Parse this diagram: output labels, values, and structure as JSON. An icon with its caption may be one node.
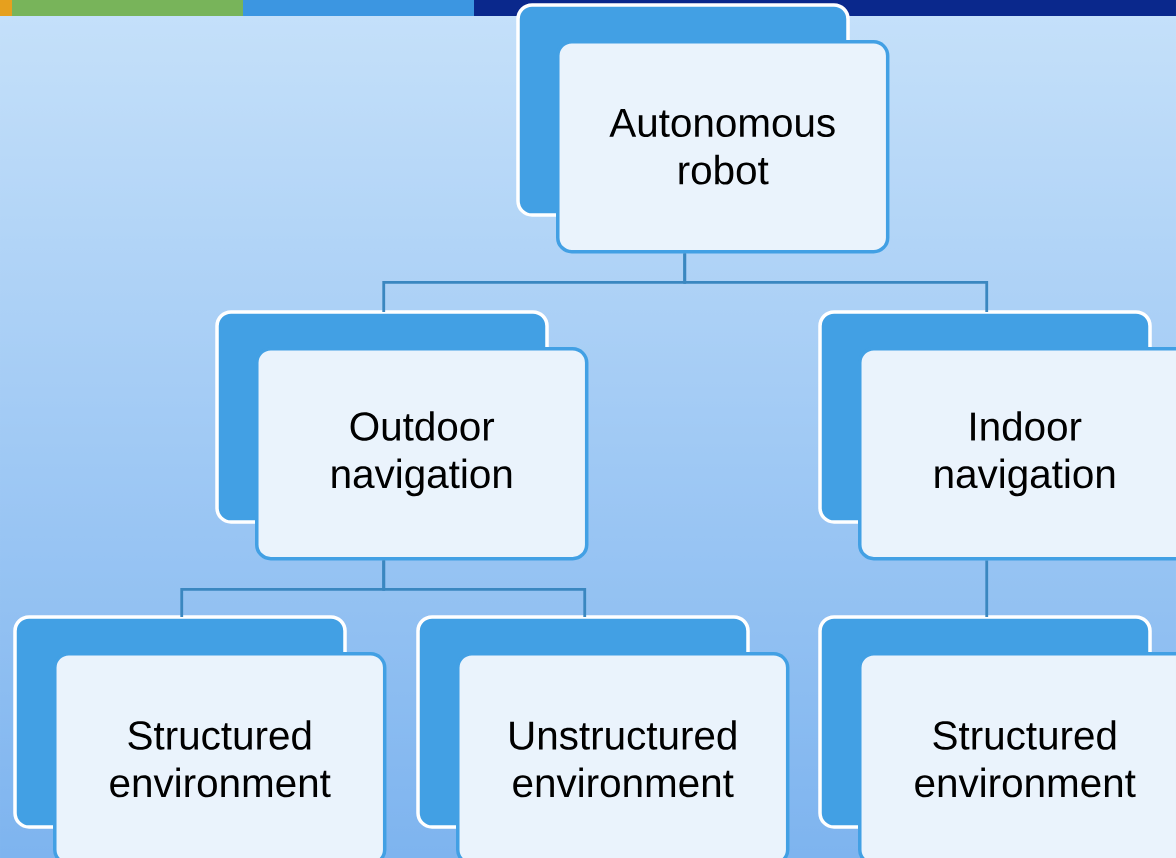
{
  "diagram": {
    "nodes": [
      {
        "text": [
          "Autonomous robot"
        ]
      },
      {
        "text": [
          "Outdoor navigation"
        ]
      },
      {
        "text": [
          "Indoor navigation"
        ]
      },
      {
        "text": [
          "Structured environment"
        ]
      },
      {
        "text": [
          "Unstructured environment"
        ]
      },
      {
        "text": [
          "Structured environment"
        ]
      }
    ],
    "edges": [
      {
        "from": 0,
        "to": 1,
        "arrow": "none"
      },
      {
        "from": 0,
        "to": 2,
        "arrow": "none"
      },
      {
        "from": 1,
        "to": 3,
        "arrow": "none"
      },
      {
        "from": 1,
        "to": 4,
        "arrow": "none"
      },
      {
        "from": 2,
        "to": 5,
        "arrow": "none"
      }
    ]
  }
}
